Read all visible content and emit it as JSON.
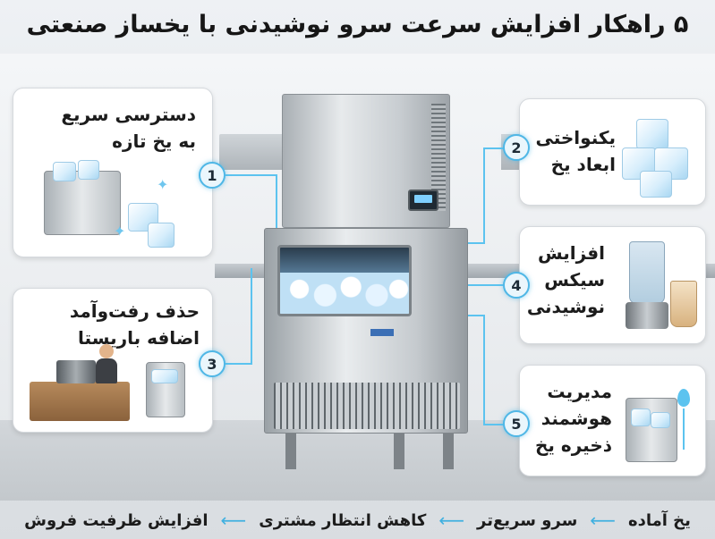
{
  "title": "۵ راهکار افزایش سرعت سرو نوشیدنی با یخساز صنعتی",
  "machine": {
    "brand_label": ""
  },
  "callouts": [
    {
      "number": "1",
      "line1": "دسترسی سریع",
      "line2": "به یخ تازه",
      "line3": ""
    },
    {
      "number": "2",
      "line1": "یکنواختی",
      "line2": "ابعاد یخ",
      "line3": ""
    },
    {
      "number": "3",
      "line1": "حذف رفت‌وآمد",
      "line2": "اضافه باریستا",
      "line3": ""
    },
    {
      "number": "4",
      "line1": "افزایش",
      "line2": "سیکس",
      "line3": "نوشیدنی"
    },
    {
      "number": "5",
      "line1": "مدیریت",
      "line2": "هوشمند",
      "line3": "ذخیره یخ"
    }
  ],
  "flow": {
    "steps": [
      "یخ آماده",
      "سرو سریع‌تر",
      "کاهش انتظار مشتری",
      "افزایش ظرفیت فروش"
    ],
    "arrow": "⟵"
  },
  "colors": {
    "accent": "#4fb7e6",
    "card_bg": "#ffffff",
    "title": "#161616"
  }
}
